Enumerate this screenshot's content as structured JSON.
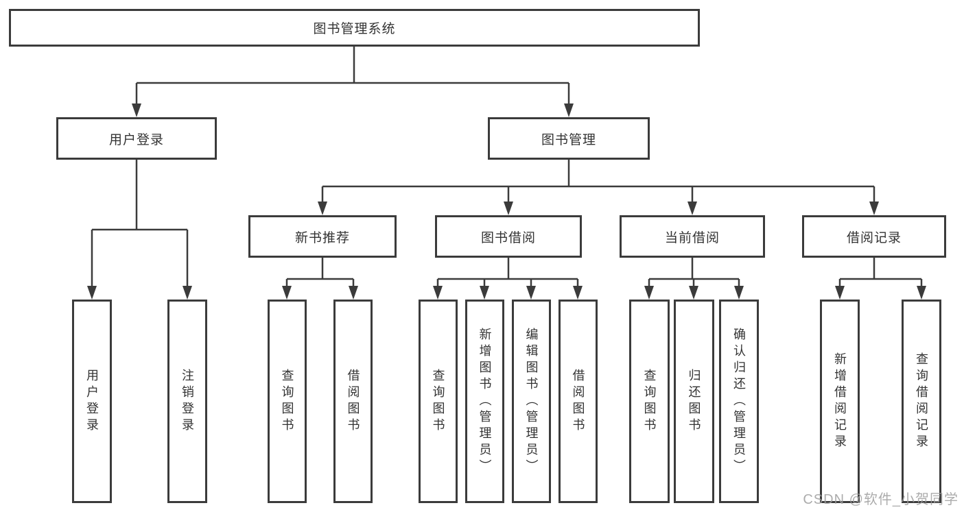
{
  "diagram_title": "图书管理系统",
  "tree": {
    "label": "图书管理系统",
    "children": [
      {
        "label": "用户登录",
        "children": [
          {
            "label": "用户登录"
          },
          {
            "label": "注销登录"
          }
        ]
      },
      {
        "label": "图书管理",
        "children": [
          {
            "label": "新书推荐",
            "children": [
              {
                "label": "查询图书"
              },
              {
                "label": "借阅图书"
              }
            ]
          },
          {
            "label": "图书借阅",
            "children": [
              {
                "label": "查询图书"
              },
              {
                "label": "新增图书（管理员）"
              },
              {
                "label": "编辑图书（管理员）"
              },
              {
                "label": "借阅图书"
              }
            ]
          },
          {
            "label": "当前借阅",
            "children": [
              {
                "label": "查询图书"
              },
              {
                "label": "归还图书"
              },
              {
                "label": "确认归还（管理员）"
              }
            ]
          },
          {
            "label": "借阅记录",
            "children": [
              {
                "label": "新增借阅记录"
              },
              {
                "label": "查询借阅记录"
              }
            ]
          }
        ]
      }
    ]
  },
  "watermark": "CSDN @软件_小贺同学",
  "colors": {
    "line": "#3b3b3b",
    "text": "#333333",
    "background": "#ffffff",
    "watermark": "#9e9e9e"
  }
}
